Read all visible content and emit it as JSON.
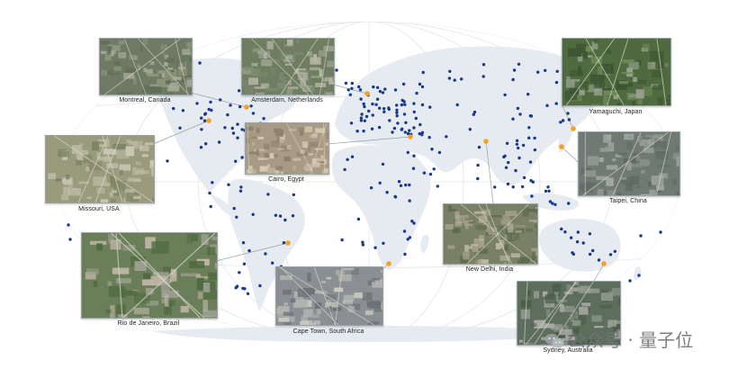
{
  "map": {
    "colors": {
      "land": "#e6ebf2",
      "graticule": "#e3e6ea",
      "point": "#1b3a8a",
      "highlight": "#f5a020",
      "leader": "#9aa0a6"
    }
  },
  "cities": [
    {
      "id": "montreal",
      "label": "Montreal, Canada"
    },
    {
      "id": "amsterdam",
      "label": "Amsterdam, Netherlands"
    },
    {
      "id": "yamaguchi",
      "label": "Yamaguchi, Japan"
    },
    {
      "id": "missouri",
      "label": "Missouri, USA"
    },
    {
      "id": "cairo",
      "label": "Cairo, Egypt"
    },
    {
      "id": "taipei",
      "label": "Taipei, China"
    },
    {
      "id": "rio",
      "label": "Rio de Janeiro, Brazil"
    },
    {
      "id": "newdelhi",
      "label": "New Delhi, India"
    },
    {
      "id": "capetown",
      "label": "Cape Town, South Africa"
    },
    {
      "id": "sydney",
      "label": "Sydney, Australia"
    }
  ],
  "watermark": {
    "text": "公众号 · 量子位"
  }
}
